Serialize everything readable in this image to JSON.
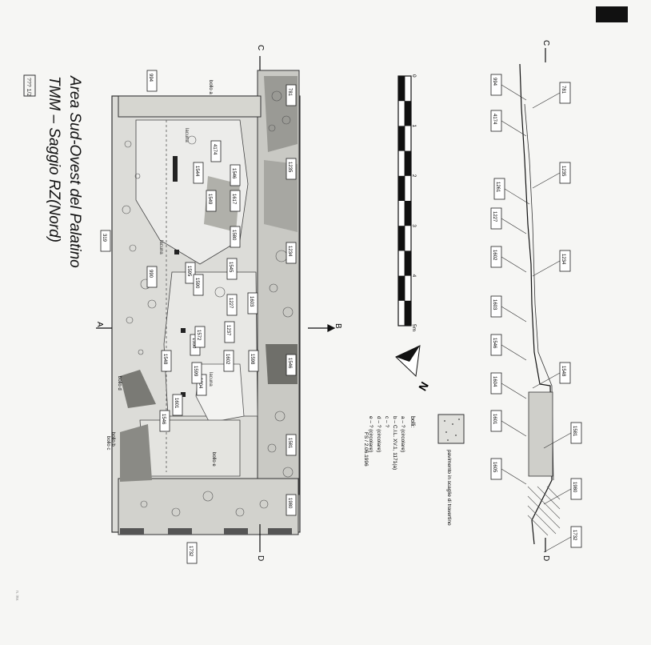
{
  "title": {
    "line1": "Area Sud-Ovest del Palatino",
    "line2": "TMM – Saggio RZ(Nord)"
  },
  "sheet_tag": "??? 1/2",
  "scale_bar": {
    "ticks": [
      "0",
      "1",
      "2",
      "3",
      "4",
      "5m"
    ]
  },
  "section_markers": {
    "c": "C",
    "d": "D",
    "a": "A",
    "b": "B"
  },
  "north_label": "N",
  "legend": {
    "pavement_label": "pavimento in scaglie di travertino",
    "bolli_title": "bolli:",
    "bolli_items": [
      "a – ? (circolare)",
      "b – C.I.L. XV.1, 1171(a)",
      "c – ?",
      "d – ? (circolare)",
      "e – ? (circolare)"
    ]
  },
  "plan_bolli": [
    "bollo a",
    "bollo b",
    "bollo c",
    "bollo d",
    "bollo e"
  ],
  "plan_units": [
    "781",
    "1235",
    "1234",
    "1546",
    "1581",
    "1980",
    "1732",
    "994",
    "319",
    "1546",
    "1617",
    "1580",
    "1545",
    "1227",
    "1237",
    "1603",
    "1598",
    "1602",
    "1604",
    "1550",
    "1548",
    "1601",
    "1546",
    "1572",
    "1599",
    "1595",
    "1544",
    "1549",
    "1590",
    "990",
    "4174"
  ],
  "plan_words": [
    "lacuna",
    "lacuna",
    "lacuna"
  ],
  "section_units": [
    "781",
    "994",
    "4174",
    "1235",
    "1261",
    "1227",
    "1602",
    "1234",
    "1603",
    "1546",
    "1548",
    "1604",
    "1601",
    "1581",
    "1605",
    "1980",
    "1732"
  ],
  "signature": "FS / 2.06.1996",
  "corner_note": "n. inv."
}
